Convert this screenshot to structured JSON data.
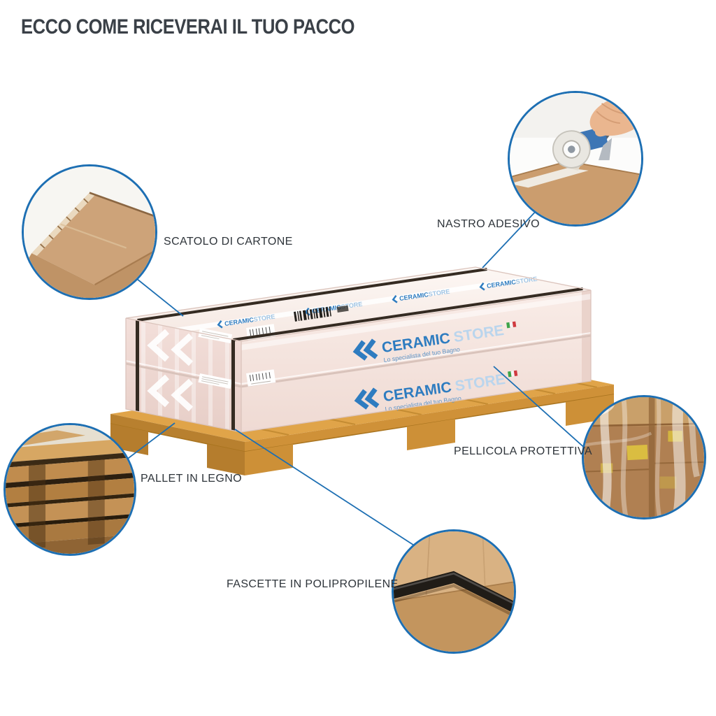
{
  "header": {
    "title": "ECCO COME RICEVERAI IL TUO PACCO"
  },
  "callouts": {
    "cardboard": {
      "label": "SCATOLO DI CARTONE",
      "photo": "cardboard-box-corner"
    },
    "tape": {
      "label": "NASTRO ADESIVO",
      "photo": "tape-gun-sealing-box"
    },
    "pallet": {
      "label": "PALLET IN LEGNO",
      "photo": "stacked-wooden-pallets"
    },
    "film": {
      "label": "PELLICOLA PROTETTIVA",
      "photo": "shrink-wrapped-goods"
    },
    "straps": {
      "label": "FASCETTE IN POLIPROPILENE",
      "photo": "black-strap-on-cardboard"
    }
  },
  "package": {
    "brand_name": "CERAMIC",
    "brand_suffix": "STORE",
    "brand_tagline": "Lo specialista del tuo Bagno"
  },
  "colors": {
    "accent_blue": "#1d6fb3",
    "brand_blue": "#2e7cc0",
    "brand_light_blue": "#bad5ed",
    "film_pink": "#f4e4de",
    "pallet_wood": "#e0a449",
    "cardboard_tan": "#c69b6e",
    "strap_black": "#352b22"
  }
}
